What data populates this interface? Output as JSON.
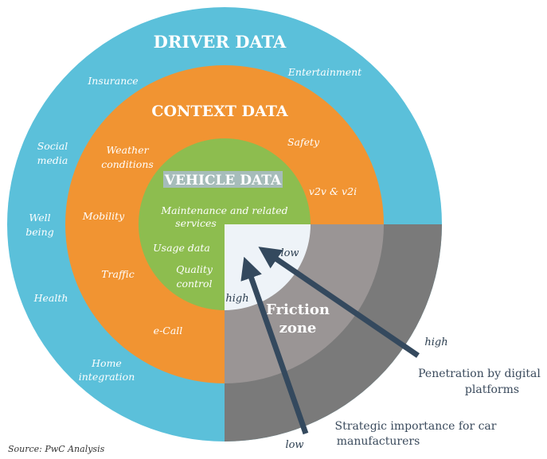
{
  "colors": {
    "driver_ring": "#5bc0da",
    "context_ring": "#f19432",
    "vehicle_core": "#8dbd4f",
    "friction_outer": "#7a7a7a",
    "friction_mid": "#9a9595",
    "friction_inner": "#eef3f8",
    "arrow": "#34495e"
  },
  "rings": {
    "driver": {
      "title": "DRIVER DATA",
      "items": [
        "Insurance",
        "Entertainment",
        "Social",
        "media",
        "Well",
        "being",
        "Health",
        "Home",
        "integration"
      ]
    },
    "context": {
      "title": "CONTEXT DATA",
      "items": [
        "Weather",
        "conditions",
        "Safety",
        "Mobility",
        "v2v & v2i",
        "Traffic",
        "e-Call"
      ]
    },
    "vehicle": {
      "title": "VEHICLE DATA",
      "items": [
        "Maintenance and related",
        "services",
        "Usage data",
        "Quality",
        "control"
      ]
    }
  },
  "friction_zone": {
    "line1": "Friction",
    "line2": "zone"
  },
  "axes": {
    "penetration": {
      "low": "low",
      "high": "high",
      "label_line1": "Penetration by digital",
      "label_line2": "platforms"
    },
    "strategic": {
      "high": "high",
      "low": "low",
      "label_line1": "Strategic importance for car",
      "label_line2": "manufacturers"
    }
  },
  "source": "Source: PwC Analysis"
}
